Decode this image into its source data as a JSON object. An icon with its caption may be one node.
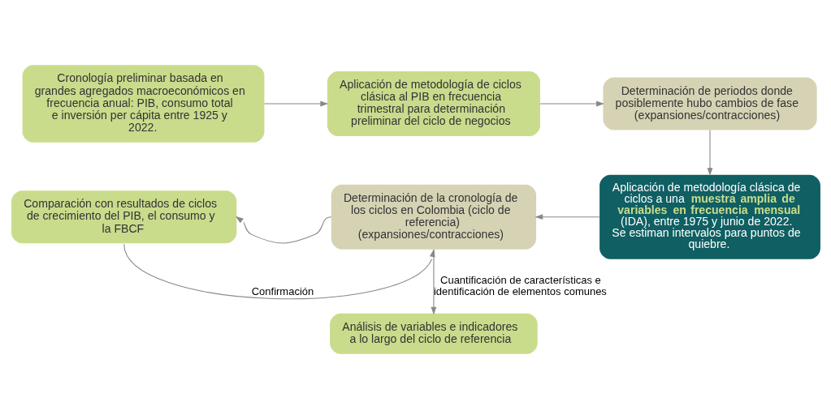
{
  "diagram": {
    "nodes": [
      {
        "text": [
          "Cronología preliminar basada en grandes agregados macroeconómicos en frecuencia anual: PIB, consumo total e inversión per cápita entre 1925 y 2022."
        ]
      },
      {
        "text": [
          "Aplicación de metodología de ciclos clásica al PIB en frecuencia trimestral para determinación preliminar del ciclo de negocios"
        ]
      },
      {
        "text": [
          "Determinación de periodos donde posiblemente hubo cambios de fase (expansiones/contracciones)"
        ]
      },
      {
        "text": [
          "Aplicación de metodología clásica de ciclos a una **muestra amplia de variables en frecuencia mensual** (IDA), entre 1975 y junio de 2022. Se estiman intervalos para puntos de quiebre."
        ]
      },
      {
        "text": [
          "Determinación de la cronología de los ciclos en Colombia (ciclo de referencia) (expansiones/contracciones)"
        ]
      },
      {
        "text": [
          "Comparación con resultados de ciclos de crecimiento del PIB, el consumo y la FBCF"
        ]
      },
      {
        "text": [
          "Análisis de variables e indicadores a lo largo del ciclo de referencia"
        ]
      }
    ],
    "edges": [
      {
        "from": 0,
        "to": 1,
        "arrow": "to"
      },
      {
        "from": 1,
        "to": 2,
        "arrow": "to"
      },
      {
        "from": 2,
        "to": 3,
        "arrow": "to"
      },
      {
        "from": 3,
        "to": 4,
        "arrow": "to"
      },
      {
        "from": 4,
        "to": 5,
        "arrow": "to"
      },
      {
        "from": 5,
        "to": 4,
        "arrow": "to",
        "label": "Confirmación"
      },
      {
        "from": 4,
        "to": 6,
        "arrow": "to",
        "label": "Cuantificación de características e identificación de elementos comunes"
      }
    ]
  }
}
